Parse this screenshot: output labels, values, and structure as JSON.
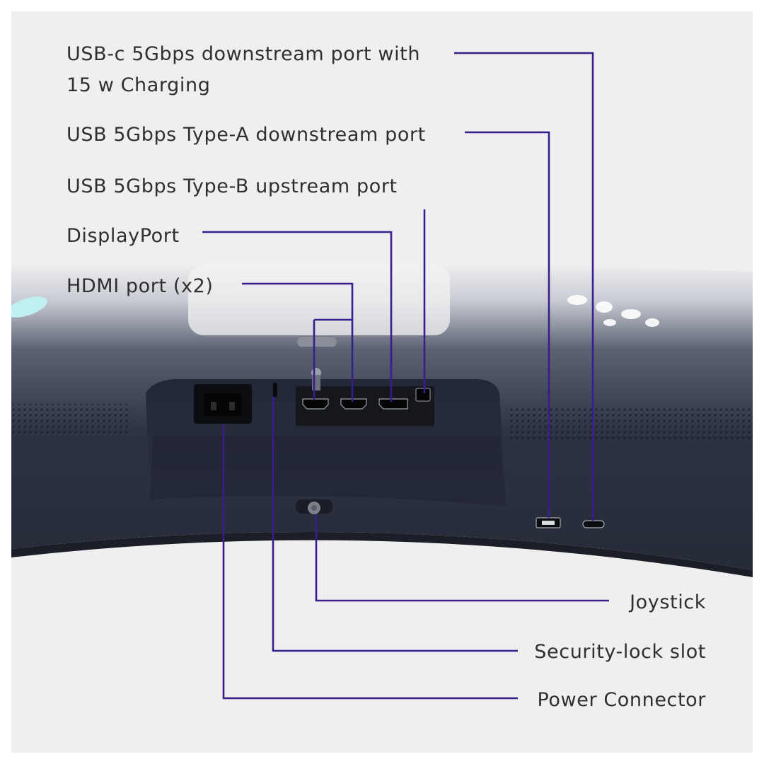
{
  "accent_color": "#3a1d8c",
  "callouts_top": [
    {
      "id": "usb-c-port",
      "line1": "USB-c  5Gbps downstream port with",
      "line2": "15 w Charging"
    },
    {
      "id": "usb-type-a-port",
      "line1": "USB 5Gbps Type-A downstream port"
    },
    {
      "id": "usb-type-b-port",
      "line1": "USB 5Gbps Type-B upstream port"
    },
    {
      "id": "displayport",
      "line1": "DisplayPort"
    },
    {
      "id": "hdmi-port",
      "line1": "HDMI port (x2)"
    }
  ],
  "callouts_bottom": [
    {
      "id": "joystick",
      "label": "Joystick"
    },
    {
      "id": "security-lock-slot",
      "label": "Security-lock slot"
    },
    {
      "id": "power-connector",
      "label": "Power Connector"
    }
  ]
}
